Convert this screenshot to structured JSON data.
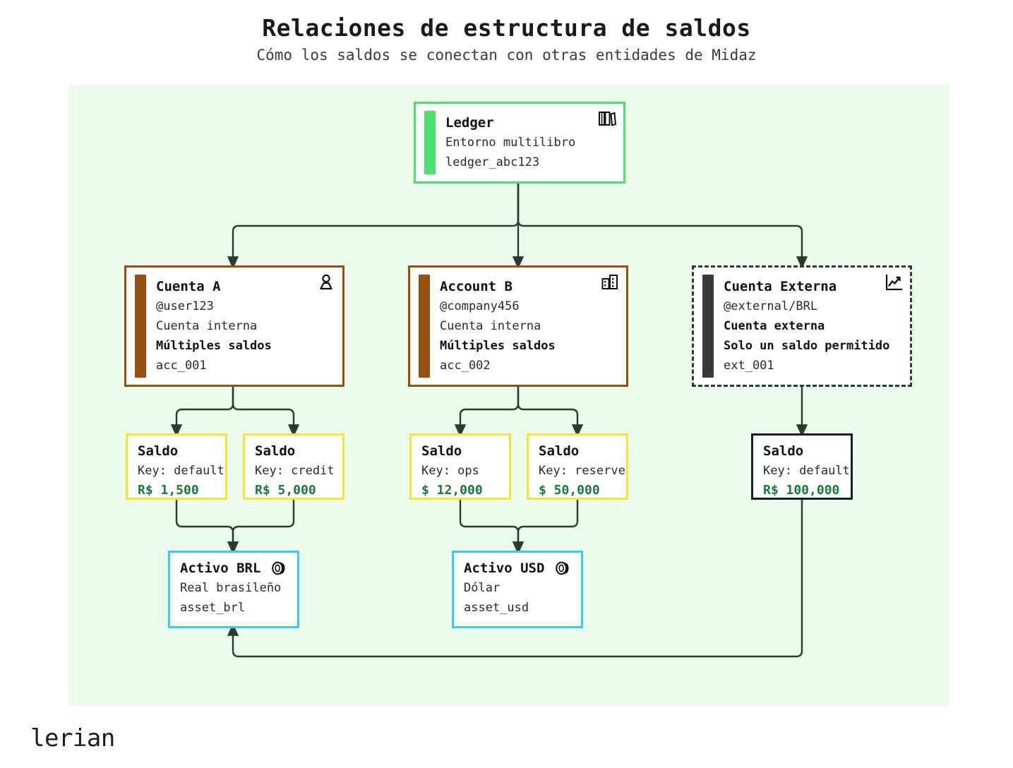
{
  "header": {
    "title": "Relaciones de estructura de saldos",
    "subtitle": "Cómo los saldos se conectan con otras entidades de Midaz"
  },
  "footer": {
    "logo": "lerian"
  },
  "colors": {
    "canvas_background": "#eafbec",
    "ledger_green": "#4ee06a",
    "account_brown": "#9a4f0e",
    "external_dark": "#2b3a33",
    "balance_yellow": "#f5e431",
    "asset_cyan": "#36cdf0",
    "money_green": "#177a3d",
    "edge_stroke": "#2b3a33"
  },
  "nodes": {
    "ledger": {
      "title": "Ledger",
      "line1": "Entorno multilibro",
      "line2": "ledger_abc123",
      "icon": "books-icon"
    },
    "account_a": {
      "title": "Cuenta A",
      "line1": "@user123",
      "line2": "Cuenta interna",
      "line3": "Múltiples saldos",
      "line4": "acc_001",
      "icon": "user-icon"
    },
    "account_b": {
      "title": "Account B",
      "line1": "@company456",
      "line2": "Cuenta interna",
      "line3": "Múltiples saldos",
      "line4": "acc_002",
      "icon": "building-icon"
    },
    "account_external": {
      "title": "Cuenta Externa",
      "line1": "@external/BRL",
      "line2": "Cuenta externa",
      "line3": "Solo un saldo permitido",
      "line4": "ext_001",
      "icon": "trending-up-icon"
    },
    "balance_a_default": {
      "title": "Saldo",
      "key": "Key: default",
      "amount": "R$ 1,500"
    },
    "balance_a_credit": {
      "title": "Saldo",
      "key": "Key: credit",
      "amount": "R$ 5,000"
    },
    "balance_b_ops": {
      "title": "Saldo",
      "key": "Key: ops",
      "amount": "$ 12,000"
    },
    "balance_b_reserve": {
      "title": "Saldo",
      "key": "Key: reserve",
      "amount": "$ 50,000"
    },
    "balance_ext_default": {
      "title": "Saldo",
      "key": "Key: default",
      "amount": "R$ 100,000"
    },
    "asset_brl": {
      "title": "Activo BRL",
      "line1": "Real brasileño",
      "line2": "asset_brl",
      "icon": "coins-icon"
    },
    "asset_usd": {
      "title": "Activo USD",
      "line1": "Dólar",
      "line2": "asset_usd",
      "icon": "coins-icon"
    }
  }
}
